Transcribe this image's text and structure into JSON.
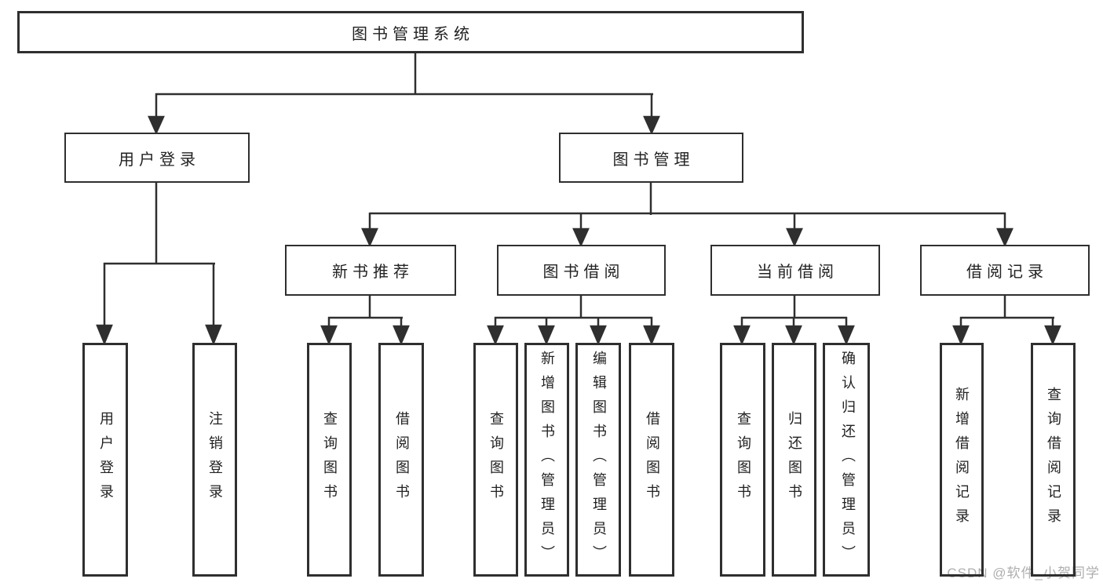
{
  "tree": {
    "root": {
      "label": "图书管理系统"
    },
    "branches": [
      {
        "label": "用户登录",
        "children": [
          {
            "label": "用户登录"
          },
          {
            "label": "注销登录"
          }
        ]
      },
      {
        "label": "图书管理",
        "children": [
          {
            "label": "新书推荐",
            "children": [
              {
                "label": "查询图书"
              },
              {
                "label": "借阅图书"
              }
            ]
          },
          {
            "label": "图书借阅",
            "children": [
              {
                "label": "查询图书"
              },
              {
                "label": "新增图书（管理员）"
              },
              {
                "label": "编辑图书（管理员）"
              },
              {
                "label": "借阅图书"
              }
            ]
          },
          {
            "label": "当前借阅",
            "children": [
              {
                "label": "查询图书"
              },
              {
                "label": "归还图书"
              },
              {
                "label": "确认归还（管理员）"
              }
            ]
          },
          {
            "label": "借阅记录",
            "children": [
              {
                "label": "新增借阅记录"
              },
              {
                "label": "查询借阅记录"
              }
            ]
          }
        ]
      }
    ]
  },
  "watermark": "CSDN @软件_小贺同学",
  "colors": {
    "line": "#2f2f2f",
    "text": "#222222",
    "watermark": "#aeaeae",
    "background": "#ffffff"
  }
}
